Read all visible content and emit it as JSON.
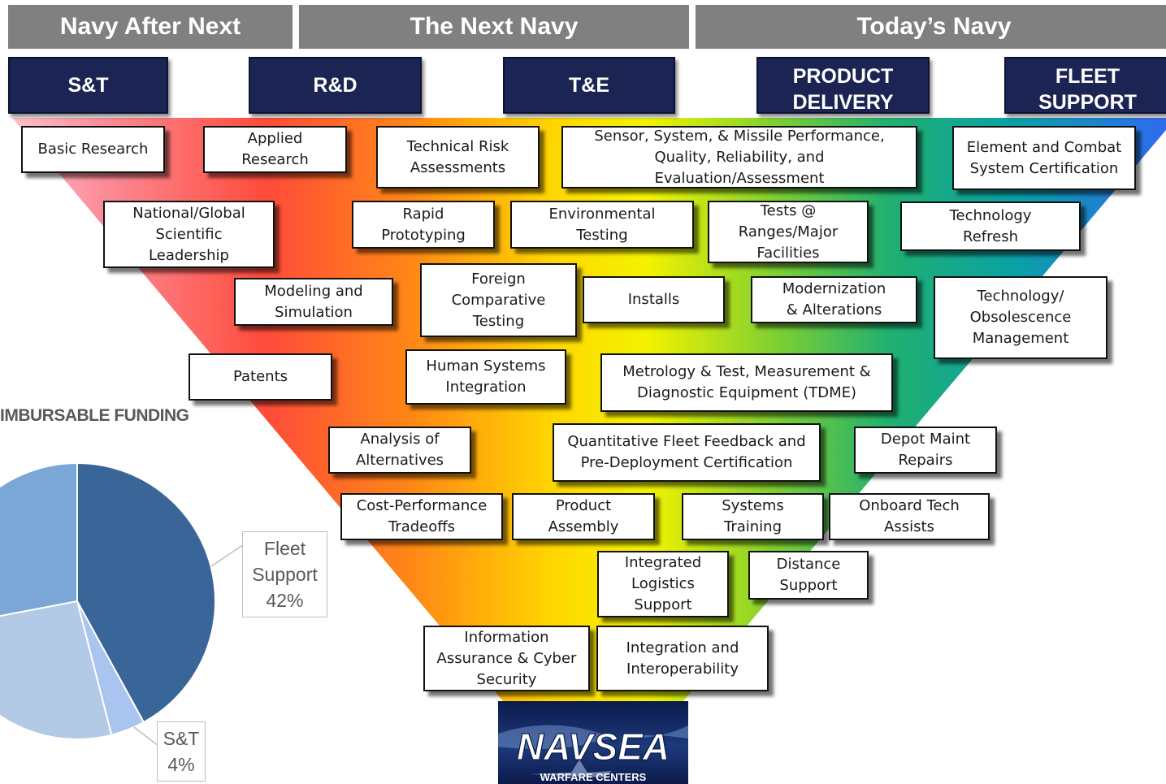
{
  "eras": [
    "Navy After Next",
    "The Next Navy",
    "Today’s Navy"
  ],
  "phases": [
    "S&T",
    "R&D",
    "T&E",
    "PRODUCT\nDELIVERY",
    "FLEET\nSUPPORT"
  ],
  "activities": {
    "basic_research": "Basic Research",
    "applied_research": "Applied\nResearch",
    "technical_risk": "Technical Risk\nAssessments",
    "sensor_system": "Sensor, System, & Missile Performance,\nQuality, Reliability, and\nEvaluation/Assessment",
    "element_combat": "Element and Combat\nSystem Certification",
    "national_global": "National/Global\nScientific\nLeadership",
    "rapid_prototyping": "Rapid\nPrototyping",
    "environmental_testing": "Environmental\nTesting",
    "tests_ranges": "Tests @\nRanges/Major\nFacilities",
    "technology_refresh": "Technology\nRefresh",
    "modeling_simulation": "Modeling and\nSimulation",
    "foreign_comparative": "Foreign\nComparative\nTesting",
    "installs": "Installs",
    "modernization": "Modernization\n& Alterations",
    "obsolescence": "Technology/\nObsolescence\nManagement",
    "patents": "Patents",
    "human_systems": "Human Systems\nIntegration",
    "metrology": "Metrology & Test, Measurement &\nDiagnostic Equipment (TDME)",
    "analysis_alternatives": "Analysis of\nAlternatives",
    "quantitative_feedback": "Quantitative Fleet Feedback and\nPre-Deployment Certification",
    "depot_maint": "Depot Maint\nRepairs",
    "cost_performance": "Cost-Performance\nTradeoffs",
    "product_assembly": "Product\nAssembly",
    "systems_training": "Systems\nTraining",
    "onboard_tech": "Onboard Tech\nAssists",
    "integrated_logistics": "Integrated\nLogistics\nSupport",
    "distance_support": "Distance\nSupport",
    "info_assurance": "Information\nAssurance & Cyber\nSecurity",
    "integration_interop": "Integration and\nInteroperability"
  },
  "pie": {
    "title": "IMBURSABLE FUNDING",
    "fleet_label": "Fleet\nSupport\n42%",
    "st_label": "S&T\n4%"
  },
  "chart_data": {
    "type": "pie",
    "title": "IMBURSABLE FUNDING",
    "slices": [
      {
        "label": "Fleet Support",
        "value": 42,
        "color": "#3a6599"
      },
      {
        "label": "S&T",
        "value": 4,
        "color": "#a9c4ef"
      },
      {
        "label": "",
        "value": 26,
        "color": "#b3cae6"
      },
      {
        "label": "",
        "value": 28,
        "color": "#7aa6d8"
      }
    ]
  },
  "logo": {
    "name": "NAVSEA",
    "subtitle": "WARFARE CENTERS"
  },
  "colors": {
    "era_bg": "#808080",
    "phase_bg": "#1b2452"
  }
}
